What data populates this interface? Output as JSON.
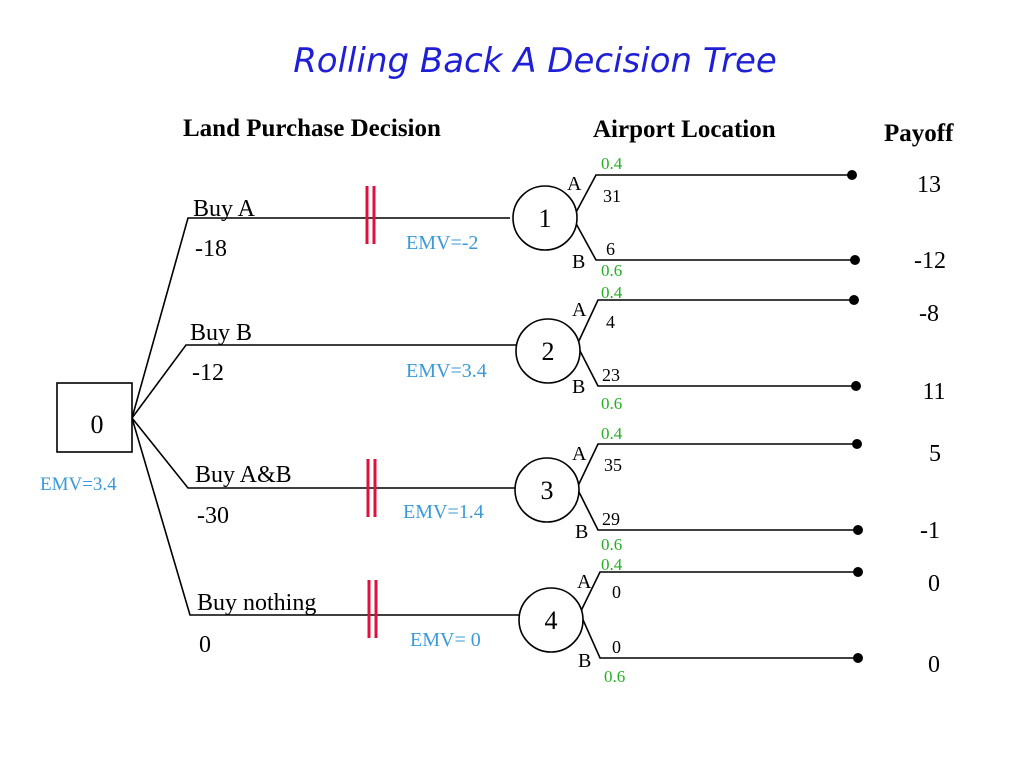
{
  "title": "Rolling Back A Decision Tree",
  "headers": {
    "decision": "Land Purchase Decision",
    "location": "Airport Location",
    "payoff": "Payoff"
  },
  "root": {
    "label": "0",
    "emv": "EMV=3.4"
  },
  "colors": {
    "title": "#1f1fd6",
    "emv": "#3a9ad9",
    "probability": "#22b022",
    "pruned_marker": "#e0103c"
  },
  "branches": [
    {
      "option": "Buy A",
      "cost": "-18",
      "pruned": true,
      "node": "1",
      "emv": "EMV=-2",
      "outcomes": [
        {
          "letter": "A",
          "prob": "0.4",
          "value": "31",
          "payoff": "13"
        },
        {
          "letter": "B",
          "prob": "0.6",
          "value": "6",
          "payoff": "-12"
        }
      ]
    },
    {
      "option": "Buy B",
      "cost": "-12",
      "pruned": false,
      "node": "2",
      "emv": "EMV=3.4",
      "outcomes": [
        {
          "letter": "A",
          "prob": "0.4",
          "value": "4",
          "payoff": "-8"
        },
        {
          "letter": "B",
          "prob": "0.6",
          "value": "23",
          "payoff": "11"
        }
      ]
    },
    {
      "option": "Buy A&B",
      "cost": "-30",
      "pruned": true,
      "node": "3",
      "emv": "EMV=1.4",
      "outcomes": [
        {
          "letter": "A",
          "prob": "0.4",
          "value": "35",
          "payoff": "5"
        },
        {
          "letter": "B",
          "prob": "0.6",
          "value": "29",
          "payoff": "-1"
        }
      ]
    },
    {
      "option": "Buy nothing",
      "cost": "0",
      "pruned": true,
      "node": "4",
      "emv": "EMV= 0",
      "outcomes": [
        {
          "letter": "A",
          "prob": "0.4",
          "value": "0",
          "payoff": "0"
        },
        {
          "letter": "B",
          "prob": "0.6",
          "value": "0",
          "payoff": "0"
        }
      ]
    }
  ]
}
